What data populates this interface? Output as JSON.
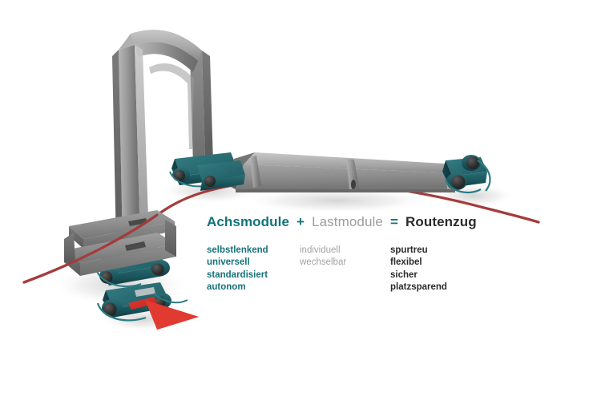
{
  "figure": {
    "title": "Achsmodule + Lastmodule = Routenzug",
    "background_color": "#ffffff"
  },
  "colors": {
    "teal": "#14737a",
    "teal_dark": "#18535a",
    "gray_text": "#9d9d9d",
    "gray_text_light": "#a3a3a3",
    "dark_text": "#2b2b2b",
    "path_red": "#a53b3b",
    "arrow_red": "#d92b2b",
    "module_gray": "#8d8d8d",
    "module_gray_dark": "#5a5a5a"
  },
  "equation": {
    "left": "Achsmodule",
    "operator_plus": "+",
    "middle": "Lastmodule",
    "operator_equals": "=",
    "right": "Routenzug"
  },
  "columns": {
    "axle": {
      "heading": "Achsmodule",
      "items": [
        "selbstlenkend",
        "universell",
        "standardisiert",
        "autonom"
      ]
    },
    "load": {
      "heading": "Lastmodule",
      "items": [
        "individuell",
        "wechselbar"
      ]
    },
    "result": {
      "heading": "Routenzug",
      "items": [
        "spurtreu",
        "flexibel",
        "sicher",
        "platzsparend"
      ]
    }
  },
  "illustration": {
    "description": "3D render of modular tugger train: gray gantry arch and flat load platforms carried by teal autonomous axle modules following a red guide path",
    "parts": [
      {
        "name": "gantry-arch-load-module",
        "kind": "load-module",
        "color": "#8d8d8d"
      },
      {
        "name": "stacked-load-module",
        "kind": "load-module",
        "color": "#8d8d8d"
      },
      {
        "name": "flat-load-module",
        "kind": "load-module",
        "color": "#8d8d8d"
      },
      {
        "name": "axle-module-front-left",
        "kind": "axle-module",
        "color": "#18535a"
      },
      {
        "name": "axle-module-rear-left",
        "kind": "axle-module",
        "color": "#18535a"
      },
      {
        "name": "axle-module-center",
        "kind": "axle-module",
        "color": "#18535a"
      },
      {
        "name": "axle-module-right",
        "kind": "axle-module",
        "color": "#18535a"
      },
      {
        "name": "guide-path-line",
        "kind": "path",
        "color": "#a53b3b"
      },
      {
        "name": "direction-arrow",
        "kind": "arrow",
        "color": "#d92b2b"
      }
    ]
  }
}
